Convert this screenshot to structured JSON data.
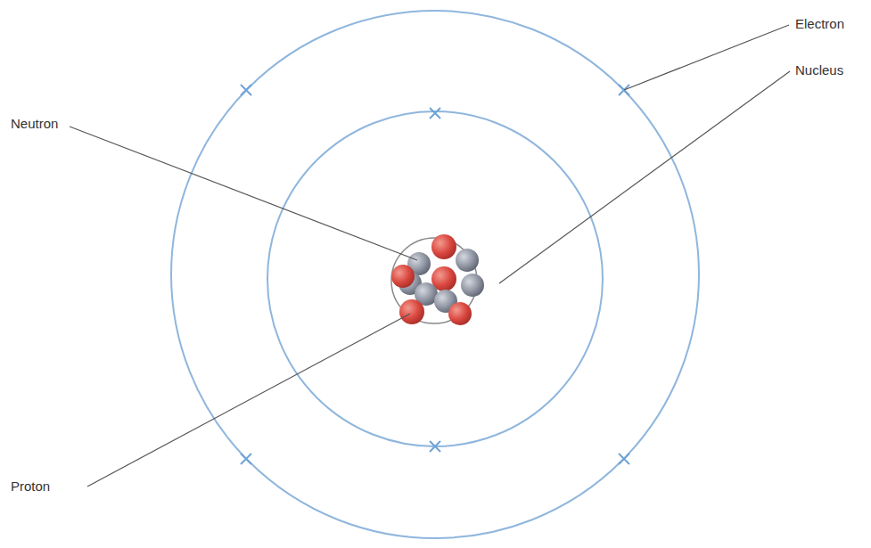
{
  "diagram": {
    "labels": [
      "Electron",
      "Neutron",
      "Nucleus",
      "Proton"
    ]
  }
}
